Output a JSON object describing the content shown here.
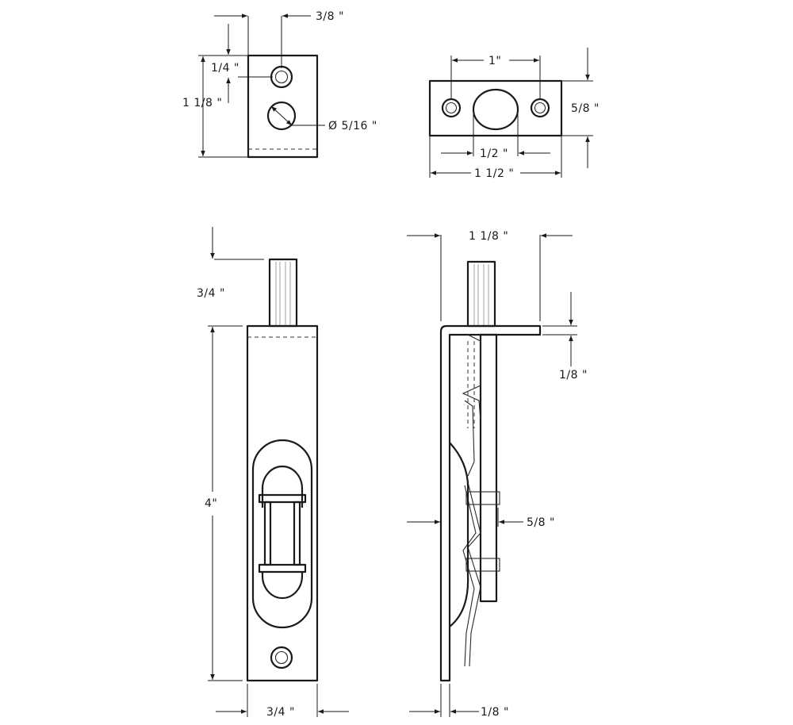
{
  "top_left_view": {
    "hole_offset_x": "3/8 \"",
    "hole_offset_y": "1/4 \"",
    "height": "1 1/8 \"",
    "bore_diameter": "Ø 5/16 \""
  },
  "top_right_view": {
    "hole_spacing": "1\"",
    "height": "5/8 \"",
    "slot_width": "1/2 \"",
    "width": "1 1/2 \""
  },
  "front_view": {
    "bolt_throw": "3/4 \"",
    "length": "4\"",
    "width": "3/4 \""
  },
  "side_view": {
    "flange_width": "1 1/8 \"",
    "flange_thickness": "1/8 \"",
    "depth": "5/8 \"",
    "plate_thickness": "1/8 \""
  },
  "colors": {
    "line": "#1a1a1a",
    "background": "#ffffff"
  }
}
